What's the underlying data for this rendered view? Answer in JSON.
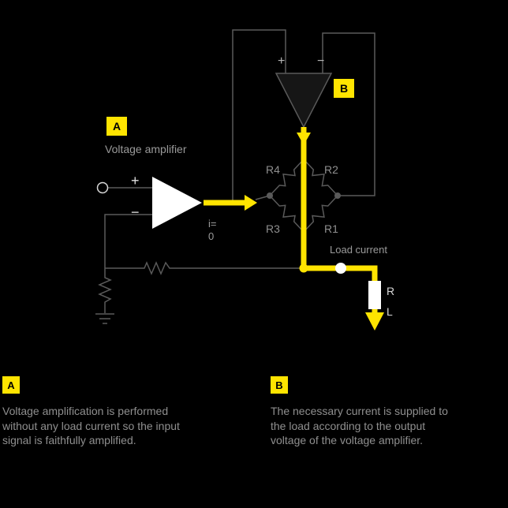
{
  "colors": {
    "background": "#000000",
    "wire": "#5a5a5a",
    "accent_yellow": "#ffe400",
    "text_gray": "#9a9a9a",
    "white": "#ffffff"
  },
  "circuit": {
    "amp_a": {
      "badge": "A",
      "title": "Voltage amplifier",
      "plus": "+",
      "minus": "−"
    },
    "amp_b": {
      "badge": "B",
      "plus": "+",
      "minus": "−"
    },
    "bridge": {
      "r4": "R4",
      "r2": "R2",
      "r3": "R3",
      "r1": "R1"
    },
    "current_note": {
      "line1": "i=",
      "line2": "0"
    },
    "load": {
      "label": "Load current",
      "resistor_r": "R",
      "resistor_sub": "L"
    }
  },
  "notes": {
    "a": {
      "badge": "A",
      "lines": [
        "Voltage amplification is performed",
        "without any load current so the input",
        "signal is faithfully amplified."
      ]
    },
    "b": {
      "badge": "B",
      "lines": [
        "The necessary current is supplied to",
        "the load according to the output",
        "voltage of the voltage amplifier."
      ]
    }
  }
}
